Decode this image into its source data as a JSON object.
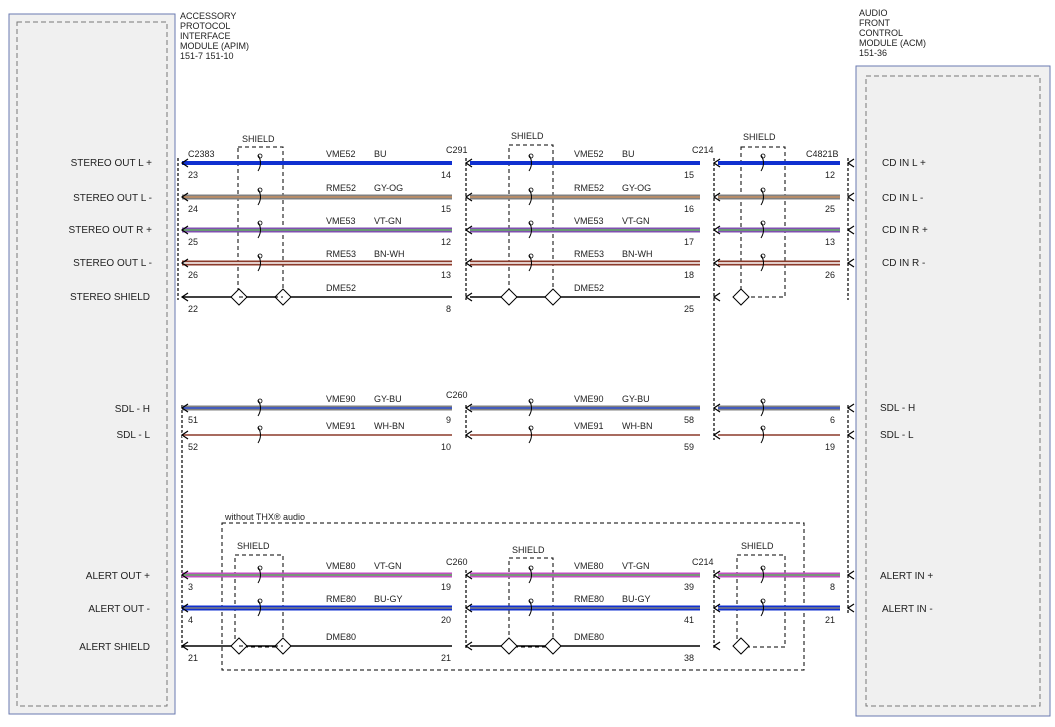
{
  "modules": {
    "apim": {
      "title_lines": [
        "ACCESSORY",
        "PROTOCOL",
        "INTERFACE",
        "MODULE (APIM)",
        "151-7   151-10"
      ],
      "pins": [
        "STEREO OUT L +",
        "STEREO OUT L -",
        "STEREO OUT R +",
        "STEREO OUT L -",
        "STEREO SHIELD",
        "SDL - H",
        "SDL - L",
        "ALERT OUT +",
        "ALERT OUT -",
        "ALERT SHIELD"
      ]
    },
    "acm": {
      "title_lines": [
        "AUDIO",
        "FRONT",
        "CONTROL",
        "MODULE (ACM)",
        "151-36"
      ],
      "pins": [
        "CD IN L +",
        "CD IN L -",
        "CD IN R +",
        "CD IN R -",
        "SDL - H",
        "SDL - L",
        "ALERT IN +",
        "ALERT IN -"
      ]
    }
  },
  "connectors": [
    "C2383",
    "C291",
    "C214",
    "C4821B",
    "C260",
    "C260",
    "C214"
  ],
  "shield_label": "SHIELD",
  "group_label": "without THX® audio",
  "wires": [
    {
      "circuit": "VME52",
      "color_code": "BU",
      "colors": [
        "#1030d0"
      ],
      "pins": [
        "23",
        "14",
        "15",
        "12"
      ]
    },
    {
      "circuit": "RME52",
      "color_code": "GY-OG",
      "colors": [
        "#808080",
        "#c89060"
      ],
      "pins": [
        "24",
        "15",
        "16",
        "25"
      ]
    },
    {
      "circuit": "VME53",
      "color_code": "VT-GN",
      "colors": [
        "#8050b0",
        "#60b060"
      ],
      "pins": [
        "25",
        "12",
        "17",
        "13"
      ]
    },
    {
      "circuit": "RME53",
      "color_code": "BN-WH",
      "colors": [
        "#8b3a2a",
        "#ffffff"
      ],
      "pins": [
        "26",
        "13",
        "18",
        "26"
      ]
    },
    {
      "circuit": "DME52",
      "color_code": "",
      "colors": [
        "#000000"
      ],
      "pins": [
        "22",
        "8",
        "25",
        ""
      ]
    },
    {
      "circuit": "VME90",
      "color_code": "GY-BU",
      "colors": [
        "#808080",
        "#3050d0"
      ],
      "pins": [
        "51",
        "9",
        "58",
        "6"
      ]
    },
    {
      "circuit": "VME91",
      "color_code": "WH-BN",
      "colors": [
        "#ffffff",
        "#8b3a2a"
      ],
      "pins": [
        "52",
        "10",
        "59",
        "19"
      ]
    },
    {
      "circuit": "VME80",
      "color_code": "VT-GN",
      "colors": [
        "#c050c0",
        "#60b060"
      ],
      "pins": [
        "3",
        "19",
        "39",
        "8"
      ]
    },
    {
      "circuit": "RME80",
      "color_code": "BU-GY",
      "colors": [
        "#1030d0",
        "#808080"
      ],
      "pins": [
        "4",
        "20",
        "41",
        "21"
      ]
    },
    {
      "circuit": "DME80",
      "color_code": "",
      "colors": [
        "#000000"
      ],
      "pins": [
        "21",
        "21",
        "38",
        ""
      ]
    }
  ]
}
